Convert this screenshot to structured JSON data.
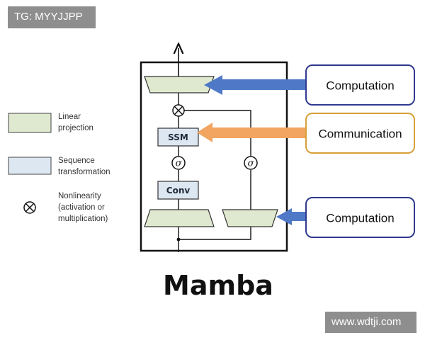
{
  "watermarks": {
    "top_left": "TG: MYYJJPP",
    "bottom_right": "www.wdtji.com"
  },
  "legend": [
    {
      "line1": "Linear",
      "line2": "projection",
      "line3": "",
      "icon": "green-swatch"
    },
    {
      "line1": "Sequence",
      "line2": "transformation",
      "line3": "",
      "icon": "blue-swatch"
    },
    {
      "line1": "Nonlinearity",
      "line2": "(activation or",
      "line3": "multiplication)",
      "icon": "otimes-icon"
    }
  ],
  "block": {
    "ssm_label": "SSM",
    "conv_label": "Conv",
    "sigma_symbol": "σ",
    "title": "Mamba"
  },
  "callouts": [
    {
      "label": "Computation",
      "border_color": "#2f3a8f",
      "arrow_color": "#4f79c6"
    },
    {
      "label": "Communication",
      "border_color": "#d8a03a",
      "arrow_color": "#f1a560"
    },
    {
      "label": "Computation",
      "border_color": "#2f3a8f",
      "arrow_color": "#4f79c6"
    }
  ],
  "colors": {
    "linear_projection_fill": "#dfe9cf",
    "sequence_transform_fill": "#dde7f2"
  }
}
